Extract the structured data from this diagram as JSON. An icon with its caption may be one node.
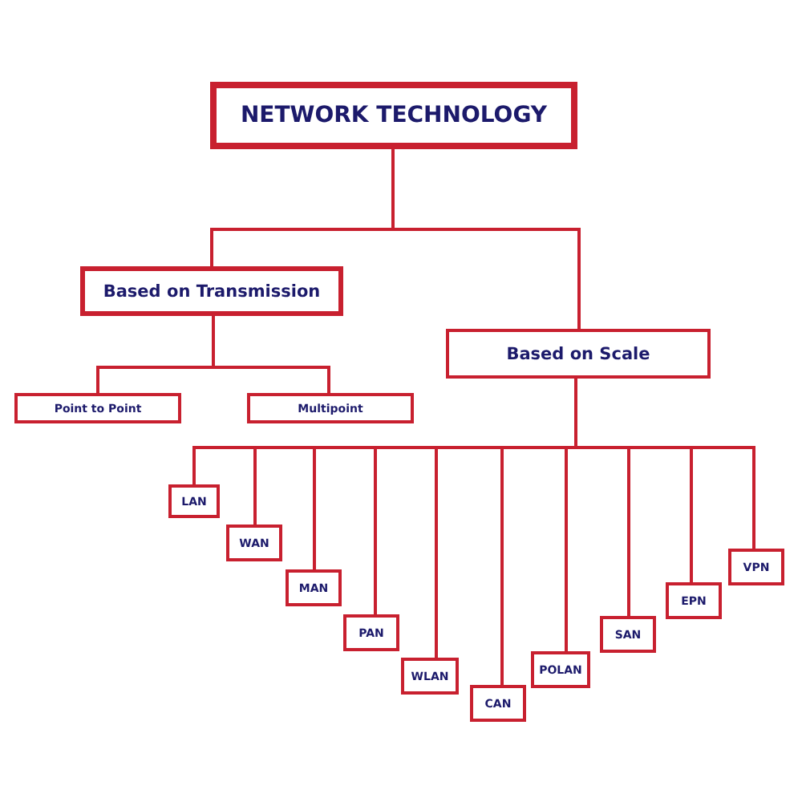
{
  "diagram": {
    "nodes": [
      {
        "text": [
          "NETWORK TECHNOLOGY"
        ]
      },
      {
        "text": [
          "Based on Transmission"
        ]
      },
      {
        "text": [
          "Based on Scale"
        ]
      },
      {
        "text": [
          "Point to Point"
        ]
      },
      {
        "text": [
          "Multipoint"
        ]
      },
      {
        "text": [
          "LAN"
        ]
      },
      {
        "text": [
          "WAN"
        ]
      },
      {
        "text": [
          "MAN"
        ]
      },
      {
        "text": [
          "PAN"
        ]
      },
      {
        "text": [
          "WLAN"
        ]
      },
      {
        "text": [
          "CAN"
        ]
      },
      {
        "text": [
          "POLAN"
        ]
      },
      {
        "text": [
          "SAN"
        ]
      },
      {
        "text": [
          "EPN"
        ]
      },
      {
        "text": [
          "VPN"
        ]
      }
    ],
    "edges": [
      {
        "from": 0,
        "to": 1,
        "arrow": "none"
      },
      {
        "from": 0,
        "to": 2,
        "arrow": "none"
      },
      {
        "from": 1,
        "to": 3,
        "arrow": "none"
      },
      {
        "from": 1,
        "to": 4,
        "arrow": "none"
      },
      {
        "from": 2,
        "to": 5,
        "arrow": "none"
      },
      {
        "from": 2,
        "to": 6,
        "arrow": "none"
      },
      {
        "from": 2,
        "to": 7,
        "arrow": "none"
      },
      {
        "from": 2,
        "to": 8,
        "arrow": "none"
      },
      {
        "from": 2,
        "to": 9,
        "arrow": "none"
      },
      {
        "from": 2,
        "to": 10,
        "arrow": "none"
      },
      {
        "from": 2,
        "to": 11,
        "arrow": "none"
      },
      {
        "from": 2,
        "to": 12,
        "arrow": "none"
      },
      {
        "from": 2,
        "to": 13,
        "arrow": "none"
      },
      {
        "from": 2,
        "to": 14,
        "arrow": "none"
      }
    ]
  }
}
